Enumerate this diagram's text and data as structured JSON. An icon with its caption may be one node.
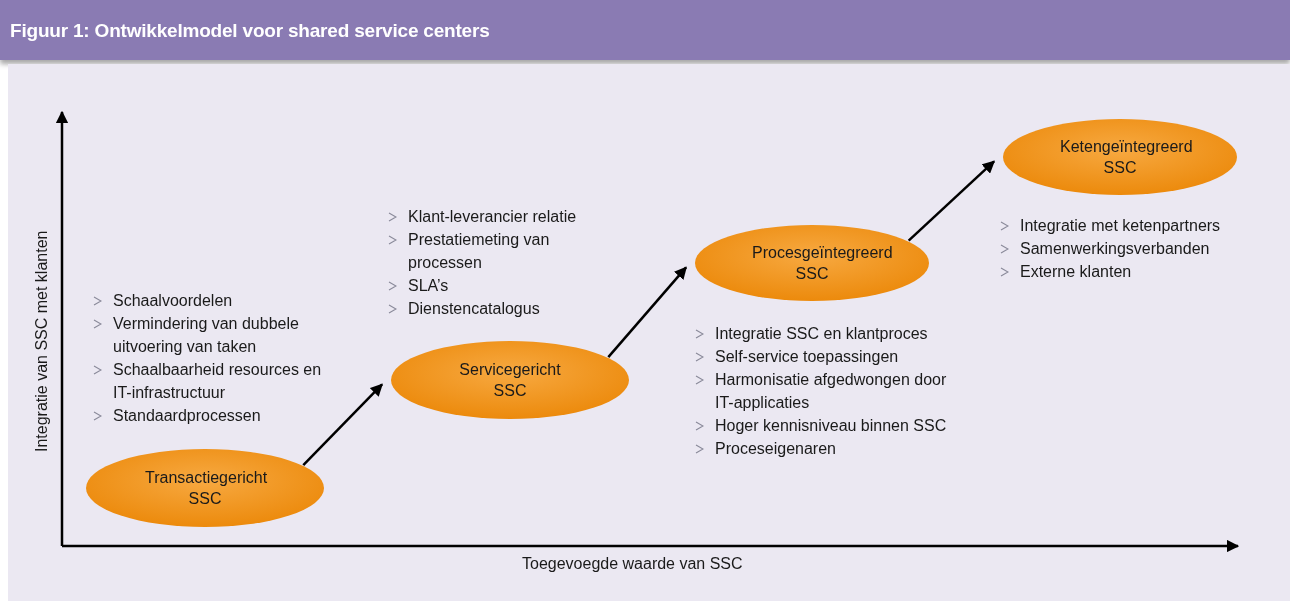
{
  "diagram": {
    "title": "Figuur 1: Ontwikkelmodel voor shared service centers",
    "nodes": [
      {
        "text": [
          "Transactiegericht SSC"
        ],
        "beside": [
          "Schaalvoordelen",
          "Vermindering van dubbele uitvoering van taken",
          "Schaalbaarheid resources en IT-infrastructuur",
          "Standaardprocessen"
        ]
      },
      {
        "text": [
          "Servicegericht SSC"
        ],
        "beside": [
          "Klant-leverancier relatie",
          "Prestatiemeting van processen",
          "SLA’s",
          "Dienstencatalogus"
        ]
      },
      {
        "text": [
          "Procesgeïntegreerd SSC"
        ],
        "beside": [
          "Integratie SSC en klantproces",
          "Self-service toepassingen",
          "Harmonisatie afgedwongen door IT-applicaties",
          "Hoger kennisniveau binnen SSC",
          "Proceseigenaren"
        ]
      },
      {
        "text": [
          "Ketengeïntegreerd SSC"
        ],
        "beside": [
          "Integratie met ketenpartners",
          "Samenwerkingsverbanden",
          "Externe klanten"
        ]
      }
    ],
    "edges": [
      {
        "from": 0,
        "to": 1,
        "arrow": "to"
      },
      {
        "from": 1,
        "to": 2,
        "arrow": "to"
      },
      {
        "from": 2,
        "to": 3,
        "arrow": "to"
      }
    ],
    "labels": [
      "Integratie van SSC met klanten",
      "Toegevoegde waarde van SSC"
    ]
  }
}
